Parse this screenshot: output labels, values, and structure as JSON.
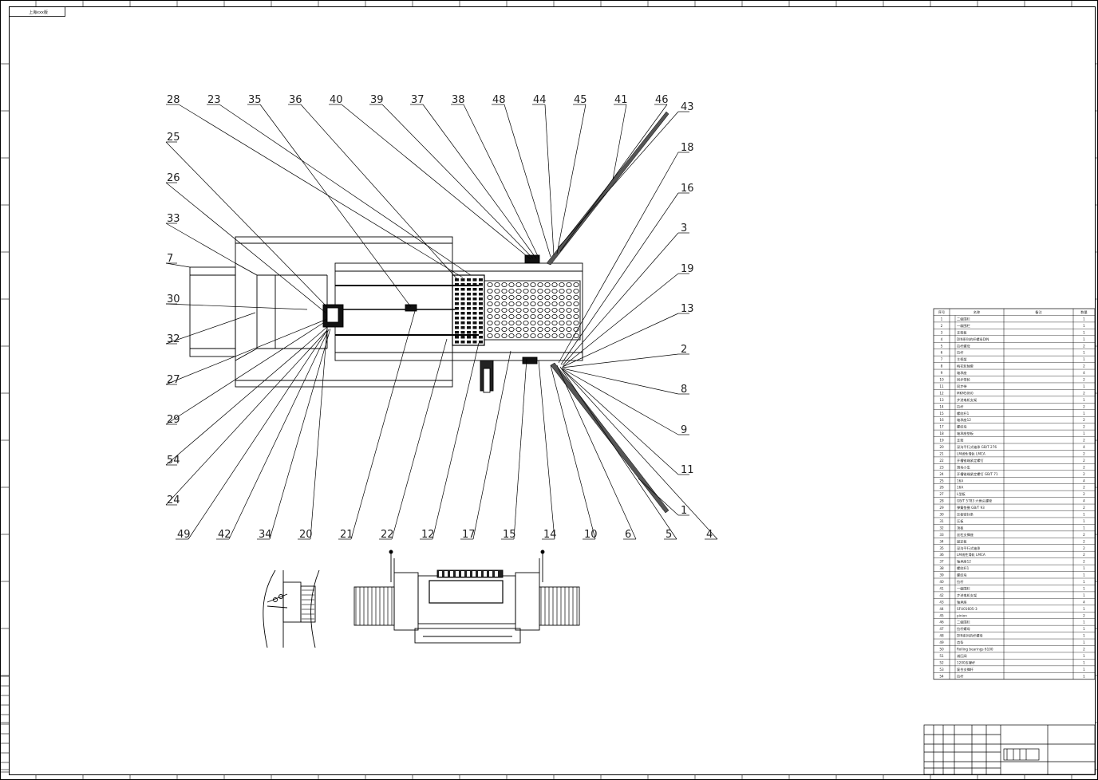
{
  "drawing": {
    "corner_tag": "上海xxx版",
    "sheet_border_color": "#000000",
    "line_color": "#000000"
  },
  "balloons": {
    "top": [
      "28",
      "23",
      "35",
      "36",
      "40",
      "39",
      "37",
      "38",
      "48",
      "44",
      "45",
      "41",
      "46"
    ],
    "left": [
      "25",
      "26",
      "33",
      "7",
      "30",
      "32",
      "27",
      "29",
      "54",
      "24"
    ],
    "right": [
      "43",
      "18",
      "16",
      "3",
      "19",
      "13",
      "2",
      "8",
      "9",
      "11",
      "1"
    ],
    "bottom": [
      "49",
      "42",
      "34",
      "20",
      "21",
      "22",
      "12",
      "17",
      "15",
      "14",
      "10",
      "6",
      "5",
      "4"
    ]
  },
  "bom": {
    "headers": [
      "序号",
      "名称",
      "备注",
      "数量"
    ],
    "rows": [
      [
        "1",
        "二级围栏",
        "",
        "1"
      ],
      [
        "2",
        "一级围栏",
        "",
        "1"
      ],
      [
        "3",
        "支架板",
        "",
        "1"
      ],
      [
        "4",
        "DIN系列的杆螺母DIN",
        "",
        "1"
      ],
      [
        "5",
        "拉杆螺母",
        "",
        "2"
      ],
      [
        "6",
        "拉杆",
        "",
        "1"
      ],
      [
        "7",
        "主框架",
        "",
        "1"
      ],
      [
        "8",
        "梅花轮轴套",
        "",
        "2"
      ],
      [
        "9",
        "轴承座",
        "",
        "4"
      ],
      [
        "10",
        "同步带轮",
        "",
        "2"
      ],
      [
        "11",
        "同步带",
        "",
        "1"
      ],
      [
        "12",
        "MKM5060",
        "",
        "2"
      ],
      [
        "13",
        "步进电机支架",
        "",
        "1"
      ],
      [
        "14",
        "拉杆",
        "",
        "2"
      ],
      [
        "15",
        "螺纹杆1",
        "",
        "1"
      ],
      [
        "16",
        "轴承座12",
        "",
        "2"
      ],
      [
        "17",
        "螺纹块",
        "",
        "2"
      ],
      [
        "18",
        "轴承座垫板",
        "",
        "1"
      ],
      [
        "19",
        "支架",
        "",
        "2"
      ],
      [
        "20",
        "深沟平行式轴承 GB/T 276",
        "",
        "4"
      ],
      [
        "21",
        "LM线性滑轨 LMCA",
        "",
        "2"
      ],
      [
        "22",
        "开槽锥端紧定螺钉",
        "",
        "2"
      ],
      [
        "23",
        "滑块小车",
        "",
        "2"
      ],
      [
        "24",
        "开槽锥端紧定螺钉 GB/T 71",
        "",
        "2"
      ],
      [
        "25",
        "16A",
        "",
        "4"
      ],
      [
        "26",
        "16A",
        "",
        "2"
      ],
      [
        "27",
        "L型板",
        "",
        "2"
      ],
      [
        "28",
        "GB/T 5783 六角头螺栓",
        "",
        "4"
      ],
      [
        "29",
        "弹簧垫圈 GB/T 93",
        "",
        "2"
      ],
      [
        "30",
        "压板密封条",
        "",
        "1"
      ],
      [
        "31",
        "压板",
        "",
        "1"
      ],
      [
        "32",
        "顶板",
        "",
        "1"
      ],
      [
        "33",
        "丝杠支撑座",
        "",
        "2"
      ],
      [
        "34",
        "固定板",
        "",
        "2"
      ],
      [
        "35",
        "深沟平行式轴承",
        "",
        "2"
      ],
      [
        "36",
        "LM线性滑轨 LMCA",
        "",
        "2"
      ],
      [
        "37",
        "轴承座12",
        "",
        "2"
      ],
      [
        "38",
        "螺纹杆1",
        "",
        "1"
      ],
      [
        "39",
        "螺纹块",
        "",
        "1"
      ],
      [
        "40",
        "拉杆",
        "",
        "1"
      ],
      [
        "41",
        "一级围栏",
        "",
        "1"
      ],
      [
        "42",
        "步进电机支架",
        "",
        "1"
      ],
      [
        "43",
        "轴承座",
        "",
        "4"
      ],
      [
        "44",
        "SFU01605-3",
        "",
        "1"
      ],
      [
        "45",
        "pinion",
        "",
        "2"
      ],
      [
        "46",
        "二级围栏",
        "",
        "1"
      ],
      [
        "47",
        "拉杆螺母",
        "",
        "1"
      ],
      [
        "48",
        "DIN系列的杆螺母",
        "",
        "1"
      ],
      [
        "49",
        "齿条",
        "",
        "1"
      ],
      [
        "50",
        "Rolling bearings 6100",
        "",
        "2"
      ],
      [
        "51",
        "减压阀",
        "",
        "1"
      ],
      [
        "52",
        "1200支撑杆",
        "",
        "1"
      ],
      [
        "53",
        "复合支撑杆",
        "",
        "1"
      ],
      [
        "54",
        "拉杆",
        "",
        "1"
      ]
    ]
  }
}
